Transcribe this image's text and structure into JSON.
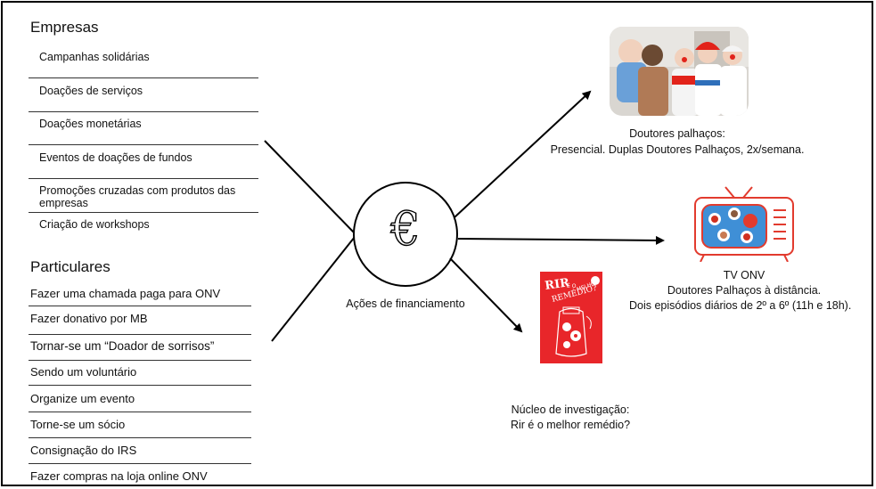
{
  "empresas": {
    "title": "Empresas",
    "items": [
      "Campanhas solidárias",
      "Doações de serviços",
      "Doações monetárias",
      "Eventos de doações de fundos",
      "Promoções cruzadas com produtos das empresas",
      "Criação de workshops"
    ]
  },
  "particulares": {
    "title": "Particulares",
    "items": [
      "Fazer uma chamada paga para ONV",
      "Fazer donativo por MB",
      "Tornar-se um “Doador de sorrisos”",
      "Sendo um voluntário",
      "Organize um evento",
      "Torne-se um sócio",
      "Consignação do IRS",
      "Fazer compras na loja online ONV"
    ]
  },
  "center": {
    "symbol": "€",
    "label": "Ações de financiamento"
  },
  "outputs": {
    "doutores": {
      "line1": "Doutores palhaços:",
      "line2": "Presencial. Duplas Doutores Palhaços, 2x/semana."
    },
    "tv": {
      "line1": "TV ONV",
      "line2": "Doutores Palhaços à distância.",
      "line3": "Dois episódios diários de 2º a 6º (11h e 18h)."
    },
    "nucleo": {
      "line1": "Núcleo de investigação:",
      "line2": "Rir é o melhor remédio?"
    }
  },
  "book_cover": {
    "title_words": [
      "RIR",
      "É O",
      "MELHOR",
      "REMÉDIO?"
    ]
  },
  "colors": {
    "book_red": "#e8262a",
    "tv_red": "#e23b2e",
    "tv_screen": "#3f8fd6"
  }
}
